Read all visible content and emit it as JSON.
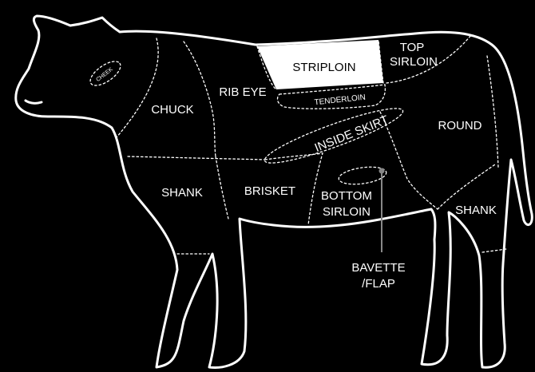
{
  "colors": {
    "background": "#000000",
    "line": "#ffffff",
    "highlight": "#ffffff",
    "highlight_text": "#000000"
  },
  "cuts": {
    "cheek": "CHEEK",
    "chuck": "CHUCK",
    "rib_eye": "RIB EYE",
    "striploin": "STRIPLOIN",
    "top_sirloin": [
      "TOP",
      "SIRLOIN"
    ],
    "tenderloin": "TENDERLOIN",
    "inside_skirt": "INSIDE SKIRT",
    "round": "ROUND",
    "shank_front": "SHANK",
    "brisket": "BRISKET",
    "bottom_sirloin": [
      "BOTTOM",
      "SIRLOIN"
    ],
    "shank_rear": "SHANK",
    "bavette_flap": [
      "BAVETTE",
      "/FLAP"
    ]
  }
}
